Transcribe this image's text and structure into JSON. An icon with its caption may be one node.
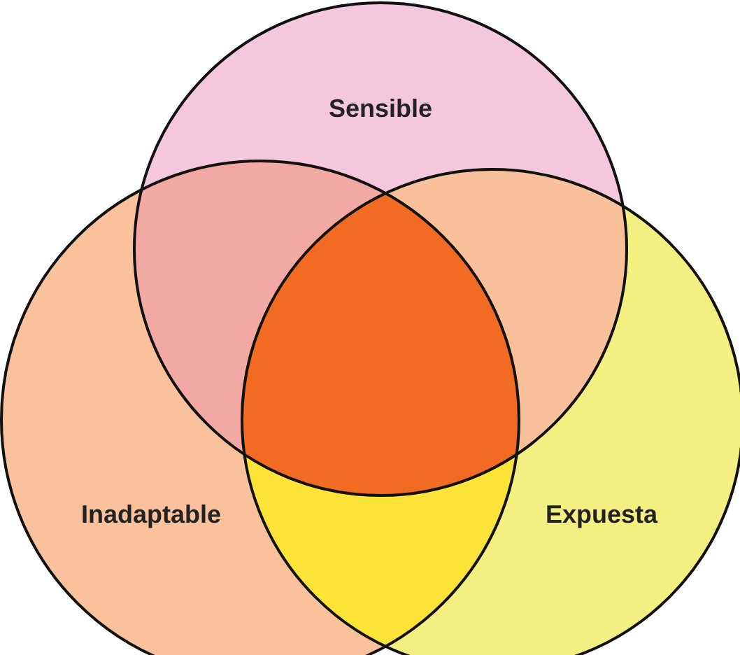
{
  "diagram": {
    "nodes": [
      {
        "text": [
          "Sensible"
        ]
      },
      {
        "text": [
          "Inadaptable"
        ]
      },
      {
        "text": [
          "Expuesta"
        ]
      }
    ]
  }
}
